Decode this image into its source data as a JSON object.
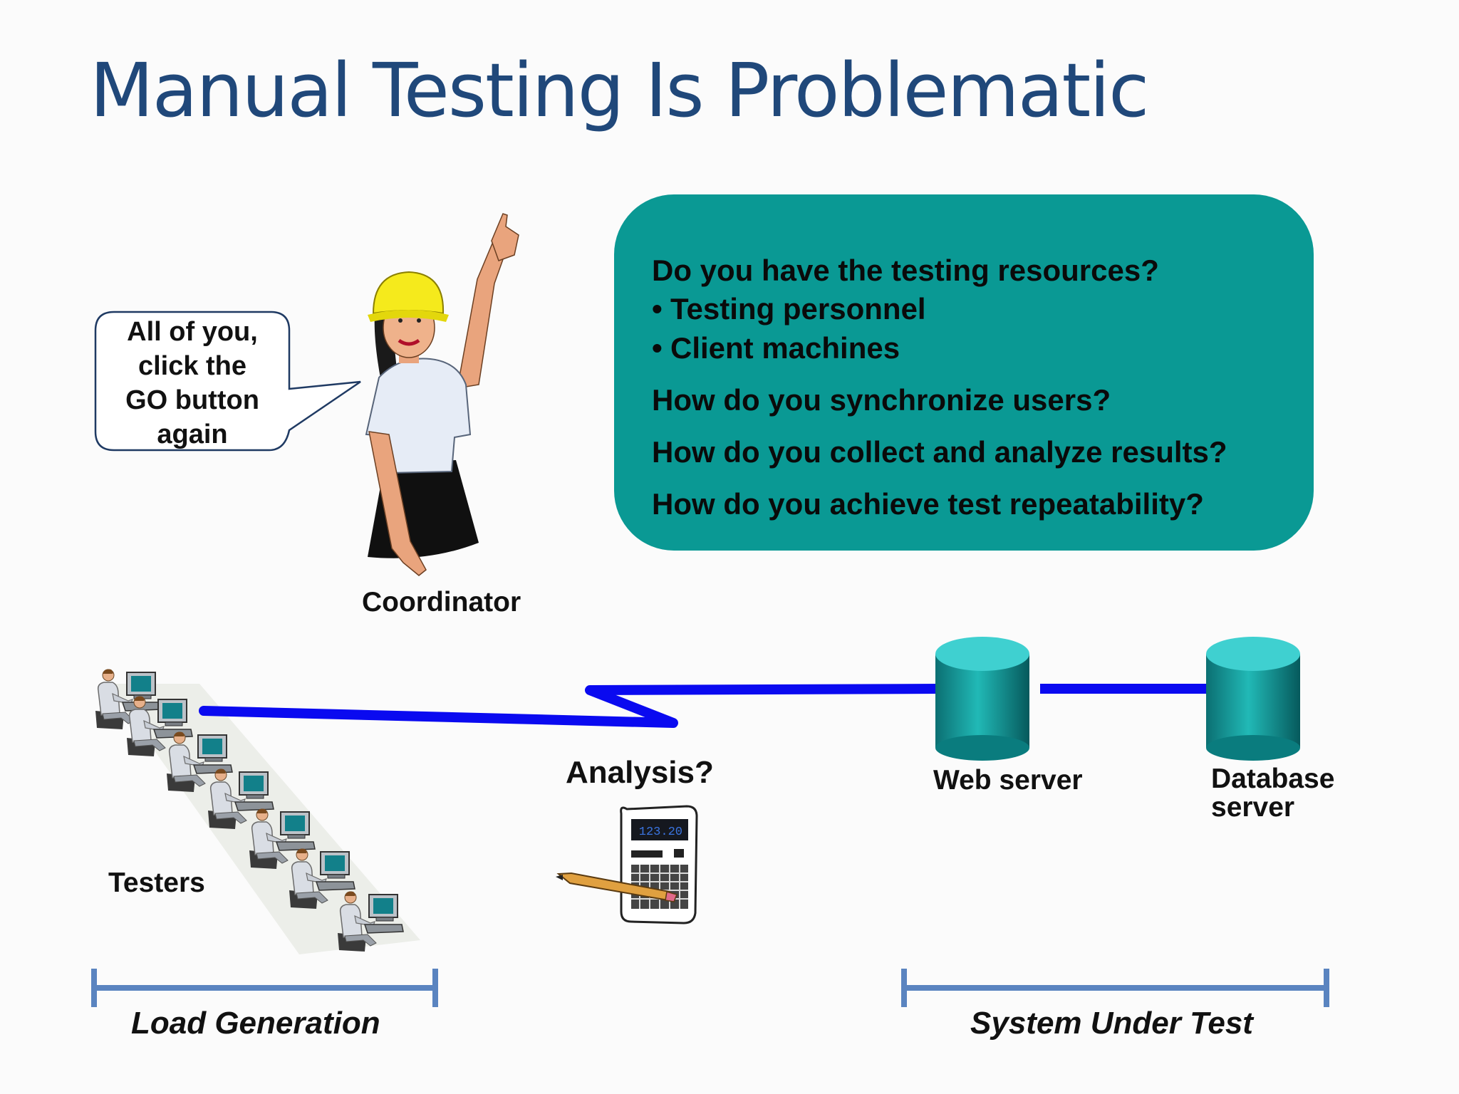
{
  "slide": {
    "title": "Manual Testing Is Problematic",
    "questions": {
      "resources": "Do you have the testing resources?",
      "bullets": [
        "Testing personnel",
        "Client machines"
      ],
      "synchronize": "How do you synchronize users?",
      "collect": "How do you collect and analyze results?",
      "repeatability": "How do you achieve test repeatability?"
    },
    "speech_bubble": {
      "lines": [
        "All of you,",
        "click the",
        "GO button",
        "again"
      ]
    },
    "labels": {
      "coordinator": "Coordinator",
      "testers": "Testers",
      "analysis": "Analysis?",
      "web_server": "Web server",
      "database_server_line1": "Database",
      "database_server_line2": "server",
      "calculator_display": "123.20"
    },
    "brackets": {
      "load_generation": "Load Generation",
      "system_under_test": "System Under Test"
    },
    "colors": {
      "title": "#20487a",
      "callout": "#0a9994",
      "link": "#0a0af0",
      "bracket": "#5a84c0",
      "cylinder_top": "#3fd0d0",
      "cylinder_body": "#0a8a88"
    },
    "icons": [
      "coordinator-figure",
      "tester-workstation",
      "calculator-icon",
      "pencil-icon",
      "server-cylinder"
    ]
  }
}
